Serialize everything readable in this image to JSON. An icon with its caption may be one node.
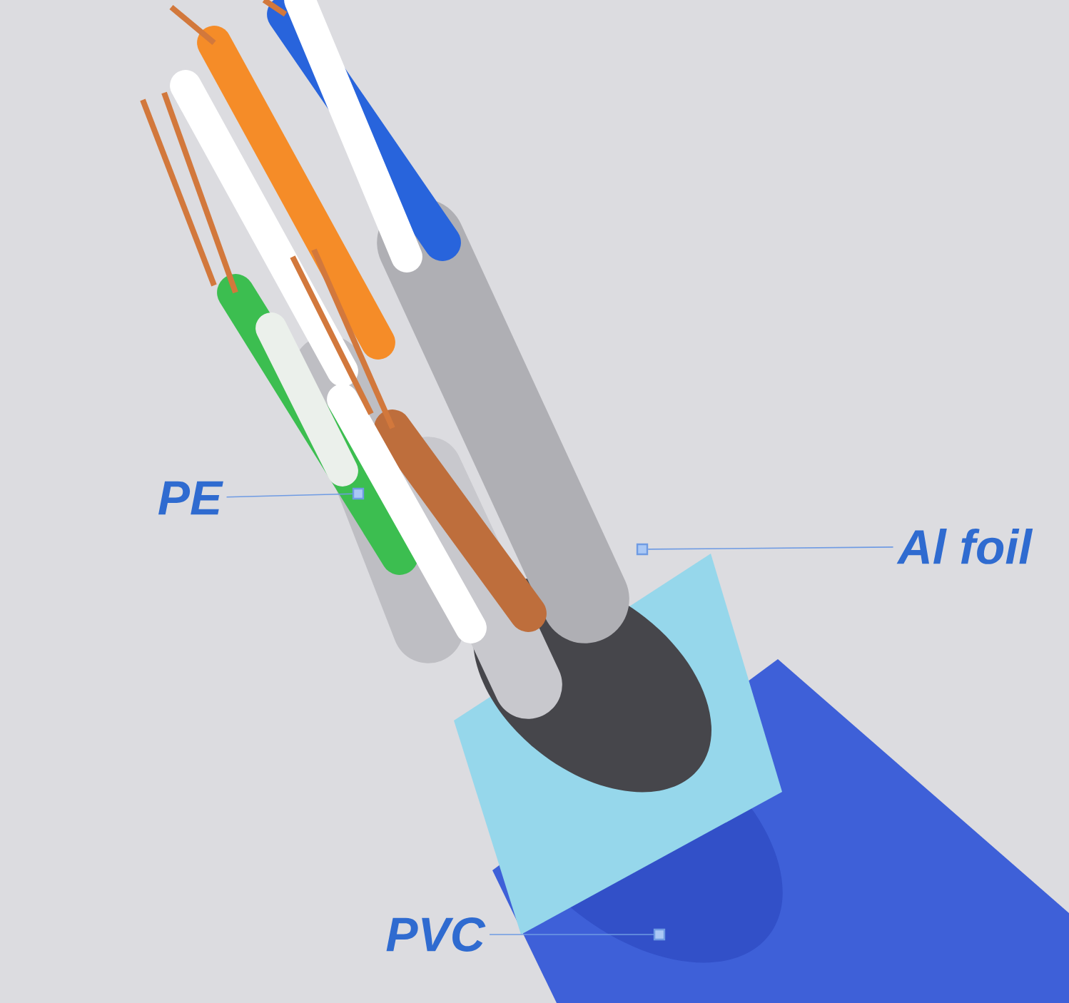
{
  "diagram": {
    "nodes": [
      {
        "text": [
          "PE"
        ]
      },
      {
        "text": [],
        "shape": "box"
      },
      {
        "text": [
          "Al foil"
        ]
      },
      {
        "text": [],
        "shape": "box"
      },
      {
        "text": [
          "PVC"
        ]
      },
      {
        "text": [],
        "shape": "box"
      }
    ],
    "edges": [
      {
        "from": 0,
        "to": 1,
        "arrow": "none"
      },
      {
        "from": 2,
        "to": 3,
        "arrow": "none"
      },
      {
        "from": 4,
        "to": 5,
        "arrow": "none"
      }
    ]
  }
}
